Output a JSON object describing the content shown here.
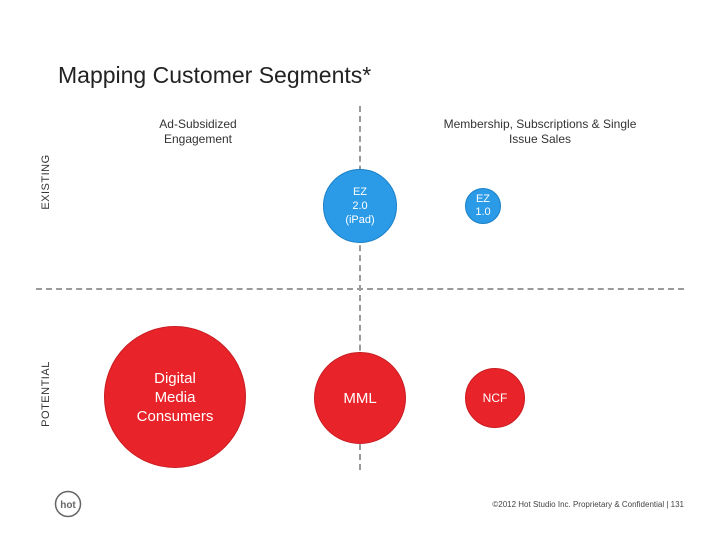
{
  "slide": {
    "title": "Mapping Customer Segments*",
    "columns": {
      "left": "Ad-Subsidized\nEngagement",
      "right": "Membership, Subscriptions & Single\nIssue Sales"
    },
    "rows": {
      "top": "EXISTING",
      "bottom": "POTENTIAL"
    },
    "bubbles": {
      "ez2": "EZ\n2.0\n(iPad)",
      "ez1": "EZ\n1.0",
      "digital_media": "Digital\nMedia\nConsumers",
      "mml": "MML",
      "ncf": "NCF"
    },
    "colors": {
      "blue": "#2b9be8",
      "red": "#e8242a",
      "divider": "#9a9a9a"
    },
    "logo_text": "hot",
    "footer": "©2012 Hot Studio Inc. Proprietary & Confidential | 131"
  }
}
